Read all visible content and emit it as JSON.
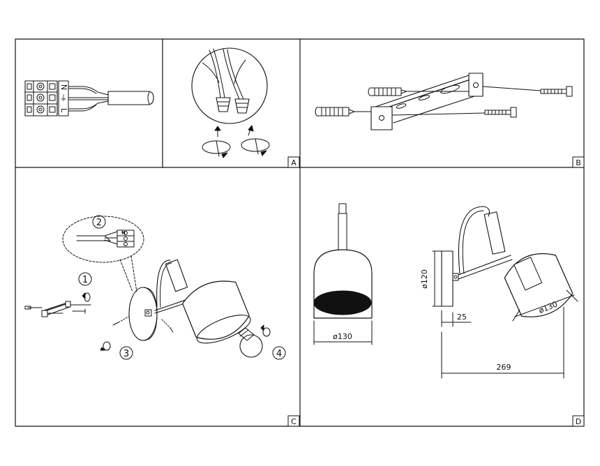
{
  "panels": {
    "a": {
      "letter": "A"
    },
    "b": {
      "letter": "B"
    },
    "c": {
      "letter": "C"
    },
    "d": {
      "letter": "D"
    }
  },
  "terminal": {
    "n": "N",
    "earth": "⏚",
    "l": "L"
  },
  "steps": {
    "one": "1",
    "two": "2",
    "three": "3",
    "four": "4"
  },
  "dimensions": {
    "diam_front": "ø130",
    "diam_side": "ø130",
    "height": "ø120",
    "offset": "25",
    "length": "269"
  }
}
